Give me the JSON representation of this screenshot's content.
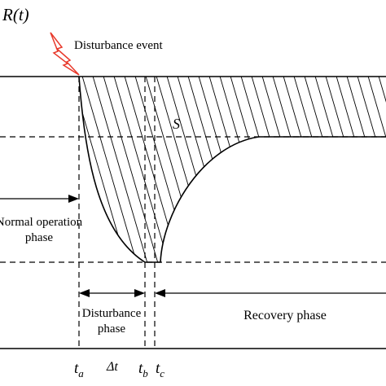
{
  "labels": {
    "y_axis": "R(t)",
    "disturbance_event": "Disturbance event",
    "area": "S",
    "normal_line1": "Normal operation",
    "normal_line2": "phase",
    "disturbance_line1": "Disturbance",
    "disturbance_line2": "phase",
    "recovery": "Recovery phase",
    "t_a": "t",
    "t_a_sub": "a",
    "delta_t": "Δt",
    "t_b": "t",
    "t_b_sub": "b",
    "t_c": "t",
    "t_c_sub": "c"
  },
  "colors": {
    "line": "#000000",
    "lightning": "#e8392b",
    "background": "#ffffff"
  }
}
